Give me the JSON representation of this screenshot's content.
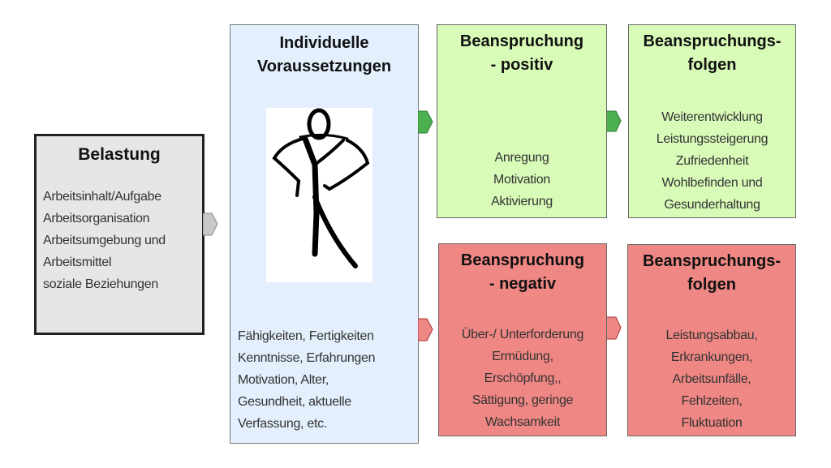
{
  "belastung": {
    "title": "Belastung",
    "items": [
      "Arbeitsinhalt/Aufgabe",
      "Arbeitsorganisation",
      "Arbeitsumgebung und",
      "Arbeitsmittel",
      "soziale Beziehungen"
    ]
  },
  "individuelle": {
    "title_lines": [
      "Individuelle",
      "Voraussetzungen"
    ],
    "items": [
      "Fähigkeiten, Fertigkeiten",
      "Kenntnisse, Erfahrungen",
      "Motivation,  Alter,",
      "Gesundheit, aktuelle",
      "Verfassung, etc."
    ]
  },
  "positiv": {
    "title_lines": [
      "Beanspruchung",
      "- positiv"
    ],
    "items": [
      "Anregung",
      "Motivation",
      "Aktivierung"
    ]
  },
  "positiv_folgen": {
    "title_lines": [
      "Beanspruchungs-",
      "folgen"
    ],
    "items": [
      "Weiterentwicklung",
      "Leistungssteigerung",
      "Zufriedenheit",
      "Wohlbefinden und",
      "Gesunderhaltung"
    ]
  },
  "negativ": {
    "title_lines": [
      "Beanspruchung",
      "- negativ"
    ],
    "items": [
      "Über-/ Unterforderung",
      "Ermüdung,",
      "Erschöpfung,,",
      "Sättigung, geringe",
      "Wachsamkeit"
    ]
  },
  "negativ_folgen": {
    "title_lines": [
      "Beanspruchungs-",
      "folgen"
    ],
    "items": [
      "Leistungsabbau,",
      "Erkrankungen,",
      "Arbeitsunfälle,",
      "Fehlzeiten,",
      "Fluktuation"
    ]
  },
  "colors": {
    "belastung": "#e6e6e6",
    "individuelle": "#e3effd",
    "positive": "#d8fbb8",
    "negative": "#ef8784",
    "arrow_gray": "#c8c8c8",
    "arrow_green": "#4caf50",
    "arrow_red": "#ef8784"
  }
}
